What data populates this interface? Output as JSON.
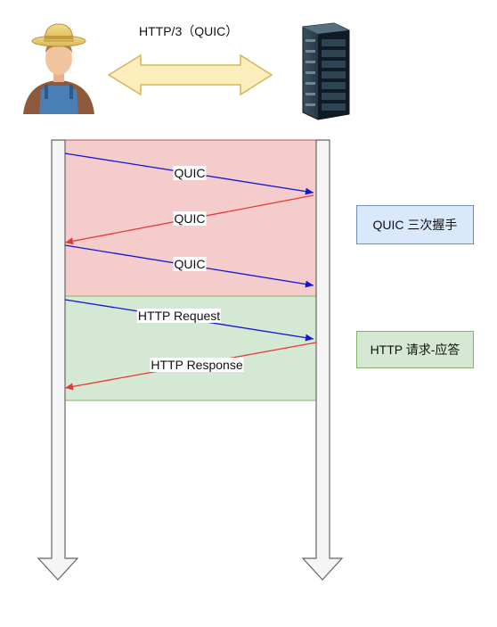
{
  "top_label": "HTTP/3（QUIC）",
  "arrows": [
    {
      "label": "QUIC",
      "direction": "client-to-server",
      "color": "#1515d6"
    },
    {
      "label": "QUIC",
      "direction": "server-to-client",
      "color": "#e53935"
    },
    {
      "label": "QUIC",
      "direction": "client-to-server",
      "color": "#1515d6"
    },
    {
      "label": "HTTP Request",
      "direction": "client-to-server",
      "color": "#1515d6"
    },
    {
      "label": "HTTP Response",
      "direction": "server-to-client",
      "color": "#e53935"
    }
  ],
  "phases": [
    {
      "label": "QUIC 三次握手",
      "fill": "#f5cccc",
      "side_fill": "#dae8fc",
      "side_border": "#6c8ebf"
    },
    {
      "label": "HTTP 请求-应答",
      "fill": "#d5e8d4",
      "side_fill": "#d5e8d4",
      "side_border": "#82b366"
    }
  ],
  "icons": {
    "client": "farmer-person-icon",
    "server": "server-rack-icon"
  }
}
